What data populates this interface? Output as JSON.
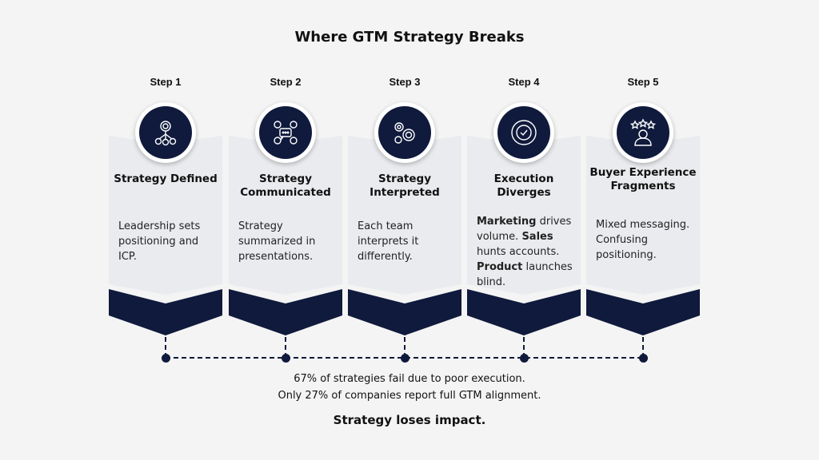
{
  "title": "Where GTM Strategy Breaks",
  "steps": [
    {
      "label": "Step 1",
      "heading": "Strategy Defined",
      "body": "Leadership sets positioning and ICP.",
      "icon": "target-network-icon"
    },
    {
      "label": "Step 2",
      "heading": "Strategy Communicated",
      "body": "Strategy summarized in presentations.",
      "icon": "chat-people-icon"
    },
    {
      "label": "Step 3",
      "heading": "Strategy Interpreted",
      "body": "Each team interprets it differently.",
      "icon": "gears-target-icon"
    },
    {
      "label": "Step 4",
      "heading": "Execution Diverges",
      "body_parts": [
        {
          "b": "Marketing"
        },
        {
          "t": " drives volume. "
        },
        {
          "b": "Sales"
        },
        {
          "t": " hunts accounts. "
        },
        {
          "b": "Product"
        },
        {
          "t": " launches blind."
        }
      ],
      "icon": "gear-check-icon"
    },
    {
      "label": "Step 5",
      "heading": "Buyer Experience Fragments",
      "body": "Mixed messaging. Confusing positioning.",
      "icon": "person-stars-icon"
    }
  ],
  "stats": [
    "67% of strategies fail due to poor execution.",
    "Only 27% of companies report full GTM alignment."
  ],
  "conclusion": "Strategy loses impact.",
  "colors": {
    "navy": "#0f1a3c",
    "panel": "#e9ebee",
    "background": "#f4f4f4"
  }
}
